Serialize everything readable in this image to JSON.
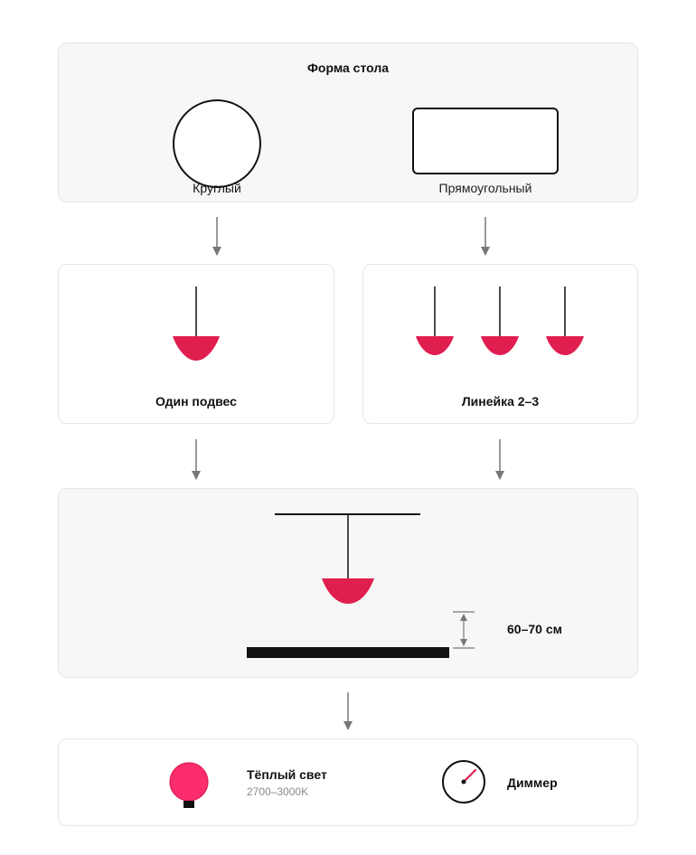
{
  "section1": {
    "title": "Форма стола",
    "round_label": "Круглый",
    "rect_label": "Прямоугольный"
  },
  "section2": {
    "single_label": "Один подвес",
    "row_label": "Линейка 2–3"
  },
  "section3": {
    "height_label": "60–70 см"
  },
  "section4": {
    "warm_title": "Тёплый свет",
    "warm_subtitle": "2700–3000K",
    "dimmer_label": "Диммер"
  },
  "colors": {
    "accent": "#e01e4f",
    "bulb": "#fb2d6d",
    "arrow": "#777777",
    "panel_bg": "#f7f7f7",
    "panel_border": "#e6e6e6"
  }
}
